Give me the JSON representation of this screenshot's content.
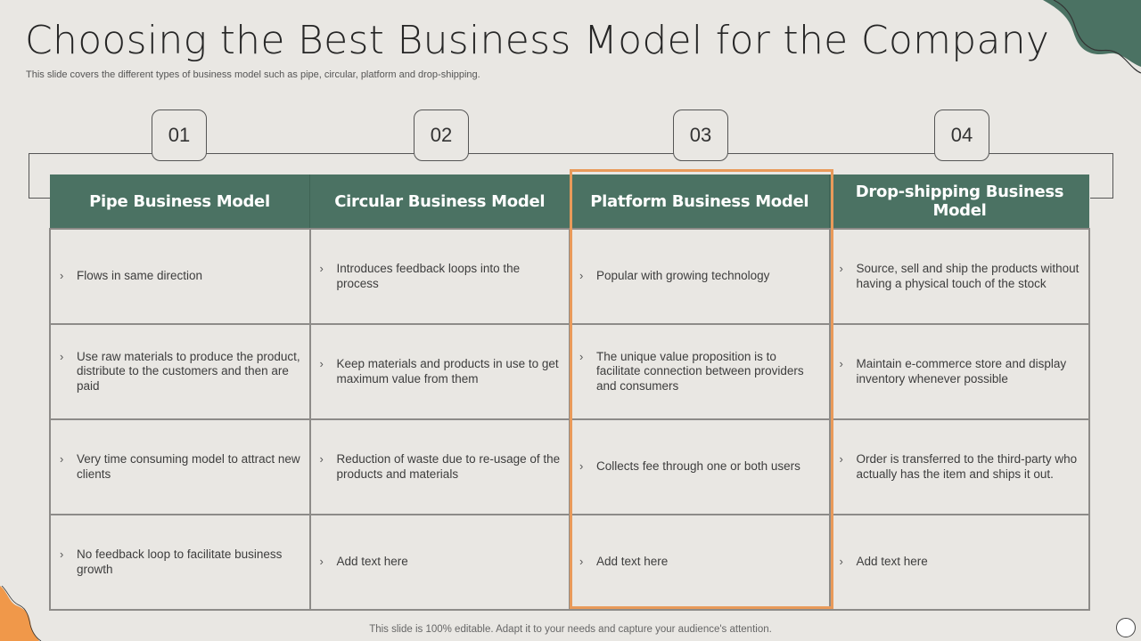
{
  "slide": {
    "title": "Choosing the Best Business Model for the Company",
    "subtitle": "This slide covers the different types of business model such as pipe, circular, platform and drop-shipping.",
    "footer": "This slide is 100% editable. Adapt it to your needs and capture your audience's attention."
  },
  "colors": {
    "header_green": "#4b7263",
    "highlight_orange": "#e99a5a",
    "background": "#e9e7e3",
    "accent_orange": "#f0984a"
  },
  "steps": [
    "01",
    "02",
    "03",
    "04"
  ],
  "table": {
    "headers": [
      "Pipe Business Model",
      "Circular Business Model",
      "Platform Business Model",
      "Drop-shipping Business Model"
    ],
    "rows": [
      [
        "Flows in same direction",
        "Introduces feedback loops into the process",
        "Popular with growing technology",
        "Source, sell and ship the products without having a physical touch of the stock"
      ],
      [
        "Use raw materials to produce the product, distribute to the customers and then are paid",
        "Keep materials and products in use to get maximum  value from them",
        "The unique value proposition is to facilitate connection between providers and consumers",
        "Maintain e-commerce store and display inventory whenever possible"
      ],
      [
        "Very time consuming model to attract new clients",
        "Reduction of waste due to re-usage of the products and materials",
        "Collects fee through one or both users",
        "Order is transferred to the third-party who actually has the item and ships it out."
      ],
      [
        "No feedback loop to facilitate business growth",
        "Add text here",
        "Add text here",
        "Add text here"
      ]
    ],
    "bullet_icon": "chevron-right-icon",
    "highlighted_column": 2
  }
}
